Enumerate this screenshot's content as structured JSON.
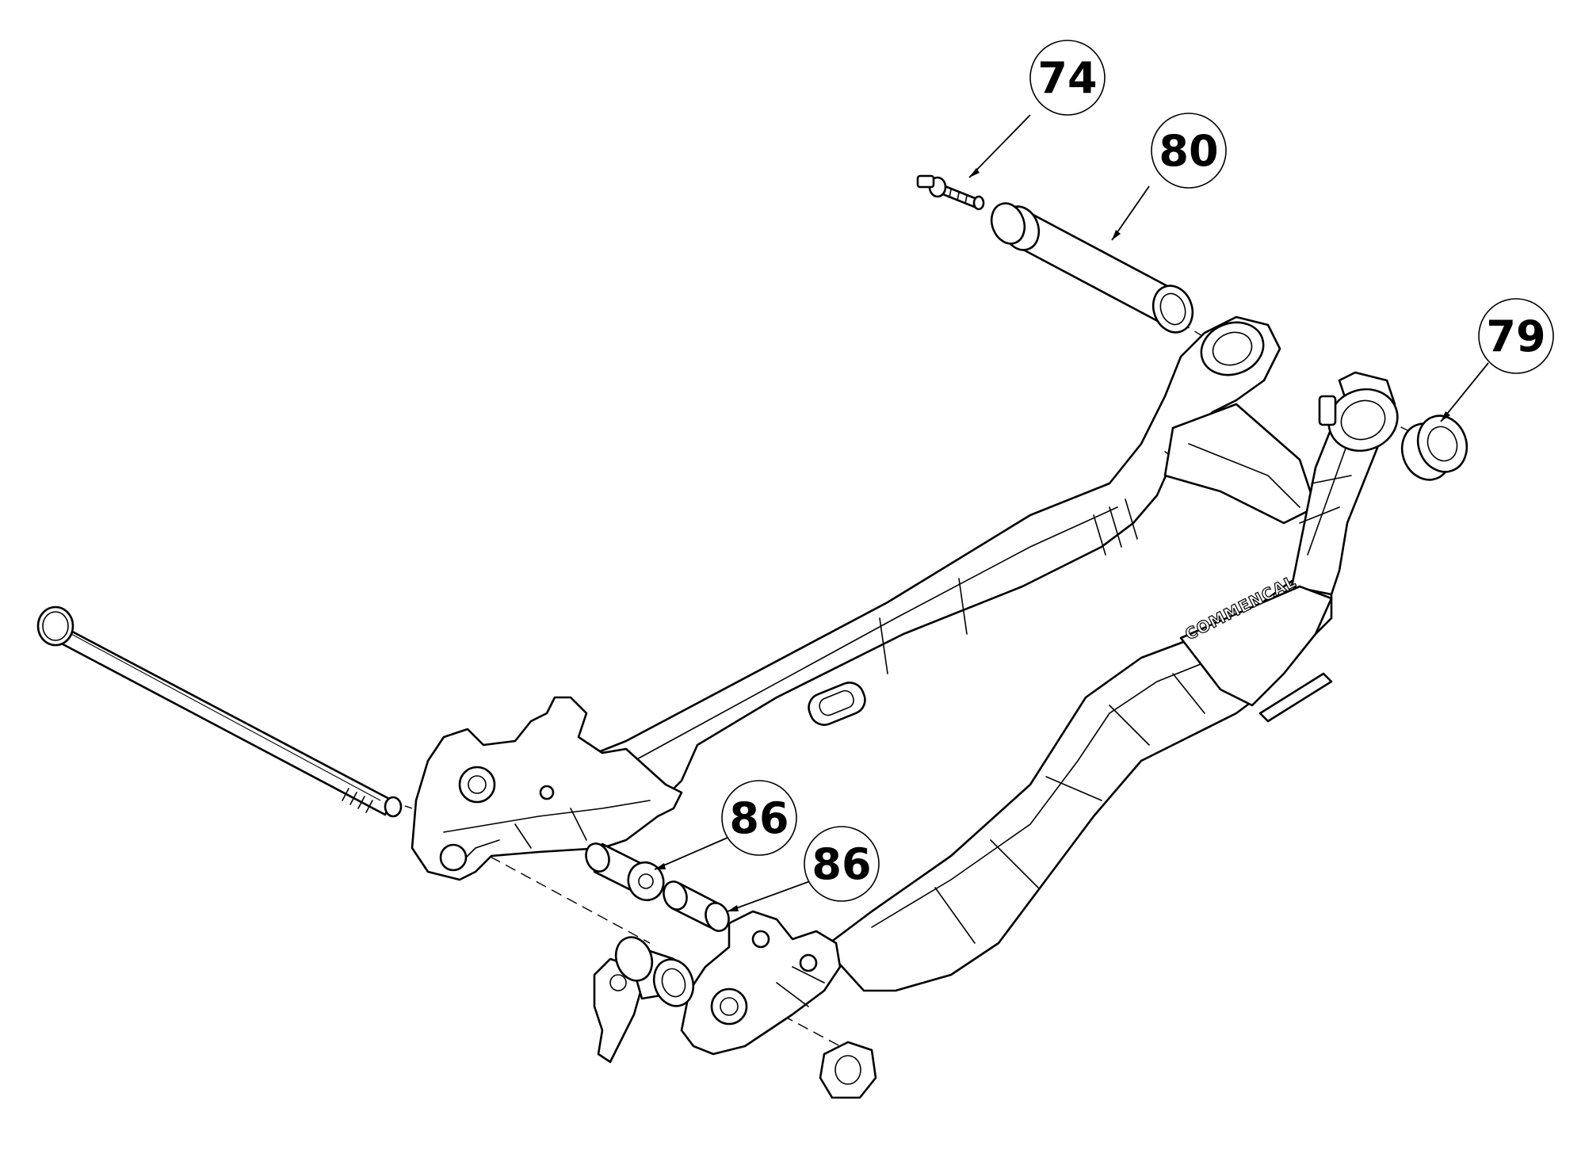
{
  "diagram": {
    "brand_mark": "COMMENCAL",
    "callouts": [
      {
        "id": "callout-74",
        "label": "74"
      },
      {
        "id": "callout-80",
        "label": "80"
      },
      {
        "id": "callout-79",
        "label": "79"
      },
      {
        "id": "callout-86-upper",
        "label": "86"
      },
      {
        "id": "callout-86-lower",
        "label": "86"
      }
    ]
  }
}
